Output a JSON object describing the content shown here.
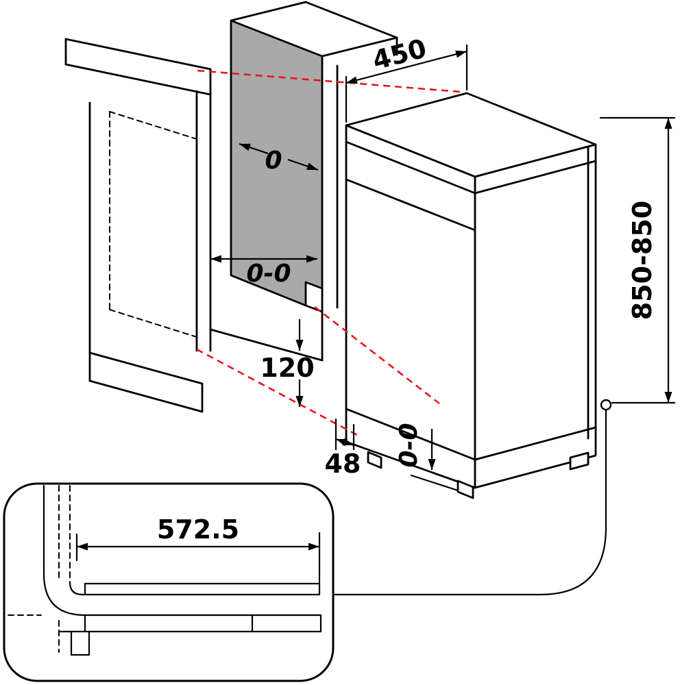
{
  "diagram": {
    "title": "dishwasher-installation-dimensions",
    "labels": {
      "top_width": "450",
      "side_gap": "0",
      "niche_depth": "0-0",
      "height_range": "850-850",
      "plinth_height": "120",
      "plinth_recess": "48",
      "bottom_gap": "0-0",
      "door_open_depth": "572.5"
    },
    "colors": {
      "projection_line": "#e8141c",
      "panel_gray": "#a9a9a9",
      "line_black": "#000000",
      "background": "#ffffff"
    }
  }
}
